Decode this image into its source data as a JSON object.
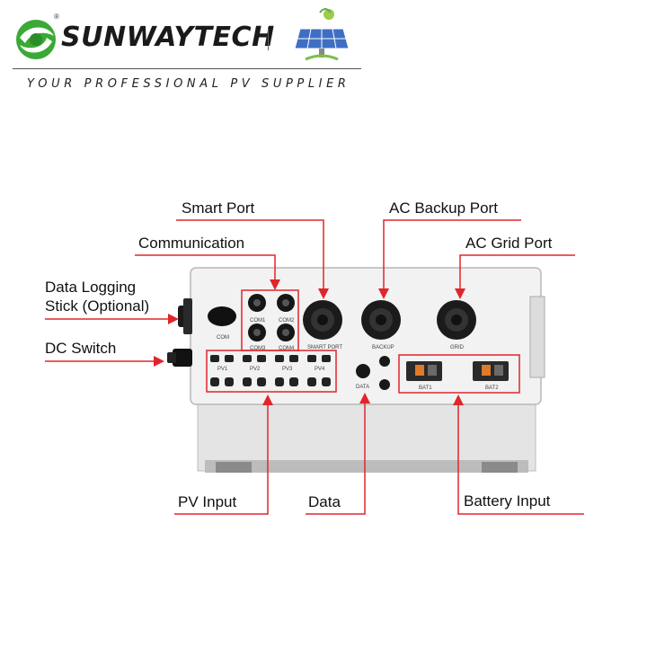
{
  "header": {
    "brand": "SUNWAYTECH",
    "registered_mark": "®",
    "tagline": "YOUR PROFESSIONAL PV SUPPLIER"
  },
  "callouts": {
    "smart_port": "Smart Port",
    "ac_backup_port": "AC Backup Port",
    "communication": "Communication",
    "ac_grid_port": "AC Grid Port",
    "data_logging_line1": "Data Logging",
    "data_logging_line2": "Stick (Optional)",
    "dc_switch": "DC Switch",
    "pv_input": "PV Input",
    "data": "Data",
    "battery_input": "Battery Input"
  },
  "device_labels": {
    "com": "COM",
    "com1": "COM1",
    "com2": "COM2",
    "com3": "COM3",
    "com4": "COM4",
    "smart_port": "SMART PORT",
    "backup": "BACKUP",
    "grid": "GRID",
    "pv1": "PV1",
    "pv2": "PV2",
    "pv3": "PV3",
    "pv4": "PV4",
    "data": "DATA",
    "bat1": "BAT1",
    "bat2": "BAT2"
  },
  "colors": {
    "callout_red": "#e0262b",
    "logo_green": "#3aa935",
    "brand_dark": "#1a1a1a"
  }
}
